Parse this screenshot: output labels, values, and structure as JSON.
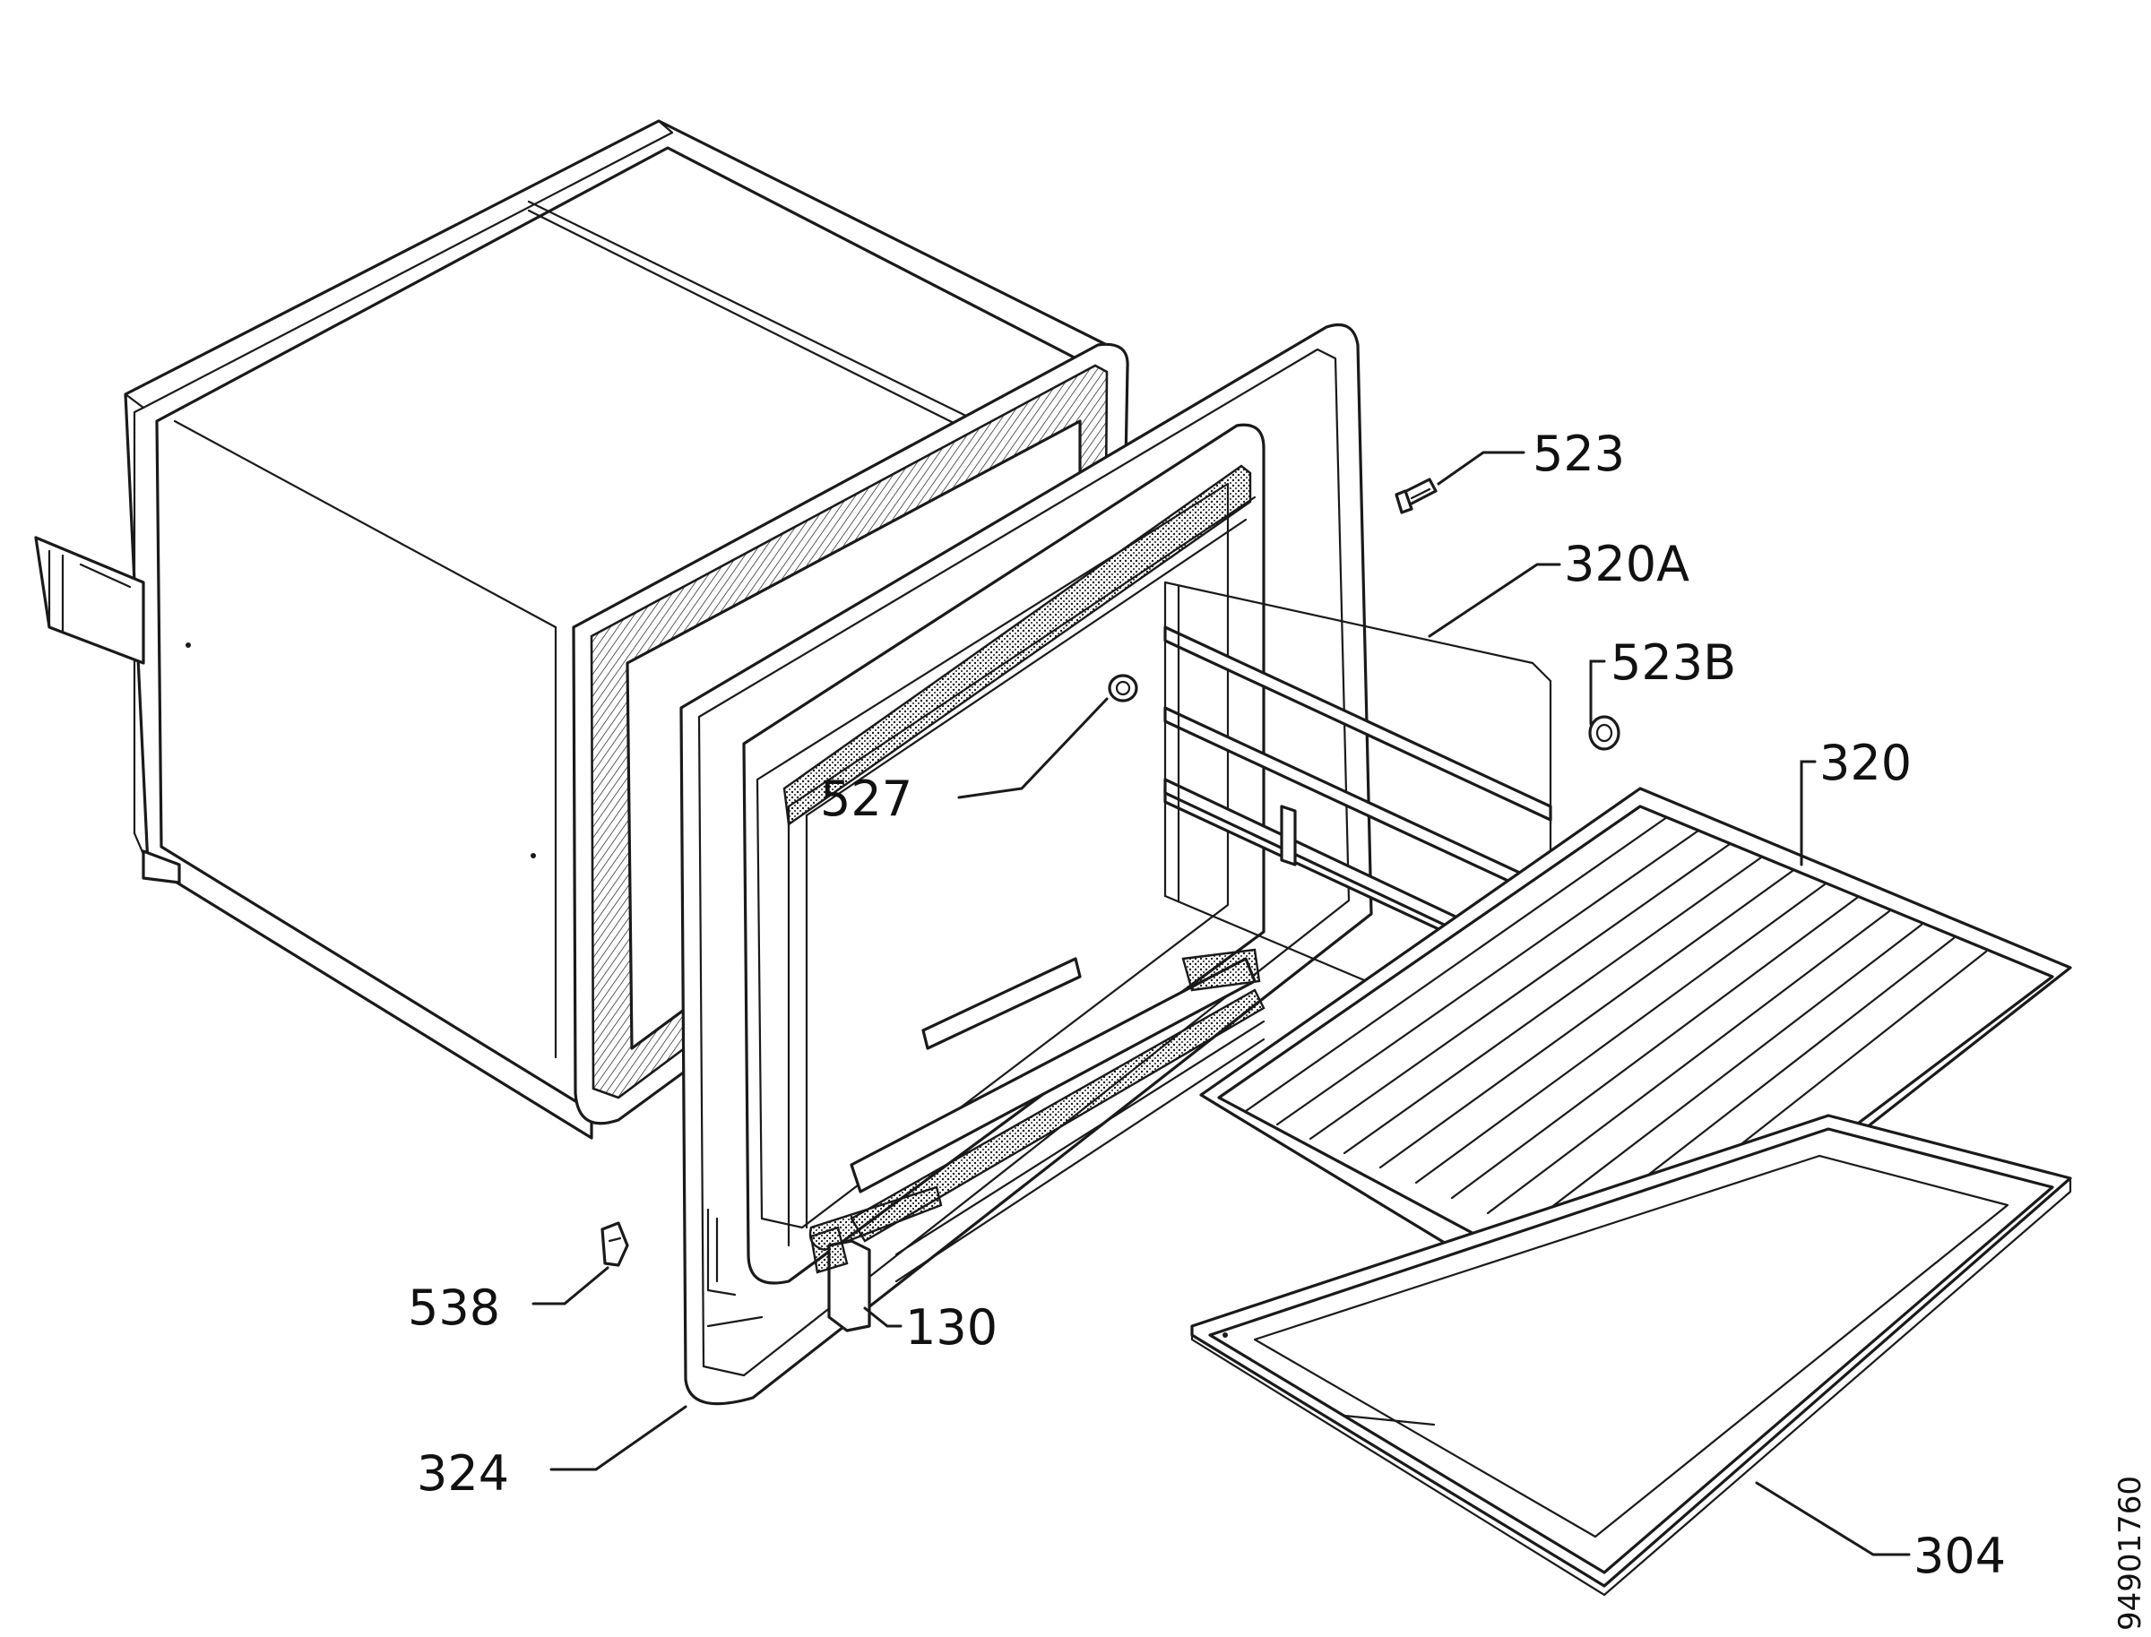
{
  "callouts": {
    "c523": "523",
    "c320A": "320A",
    "c523B": "523B",
    "c320": "320",
    "c527": "527",
    "c538": "538",
    "c130": "130",
    "c324": "324",
    "c304": "304"
  },
  "document_number": "94901760",
  "colors": {
    "line": "#1a1a1a",
    "background": "#ffffff"
  }
}
